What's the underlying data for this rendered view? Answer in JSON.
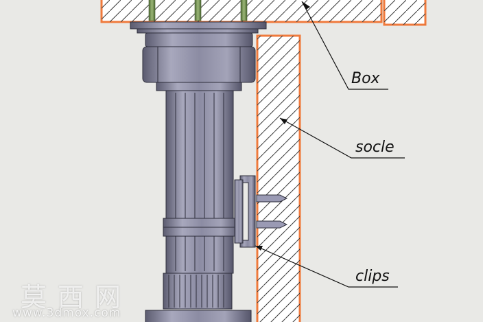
{
  "labels": {
    "box": "Box",
    "socle": "socle",
    "clips": "clips"
  },
  "watermark": {
    "cn": "莫西网",
    "url": "www.3dmox.com"
  },
  "colors": {
    "outline": "#f07a3c",
    "hatch": "#3a3a3a",
    "leg_body": "#8a8aa2",
    "rods": "#6e8a4a",
    "leader": "#111111"
  }
}
